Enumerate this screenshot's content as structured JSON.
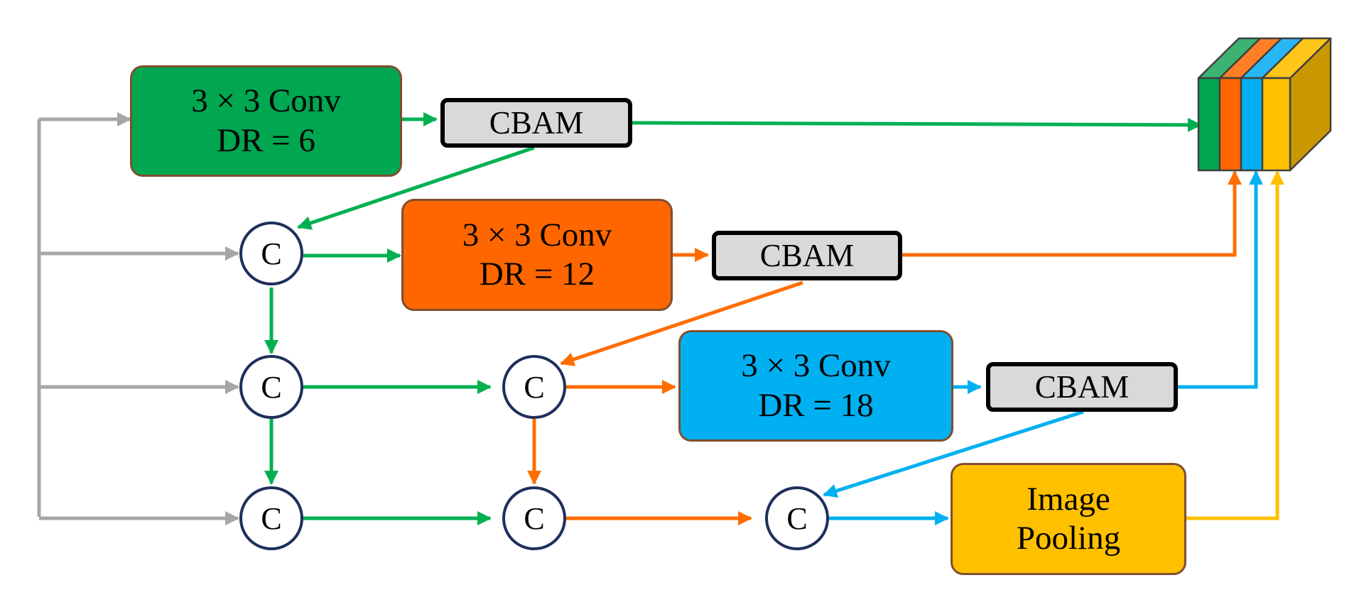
{
  "colors": {
    "gray": "#a6a6a6",
    "green": "#00b050",
    "orange": "#ff6d00",
    "blue": "#00b0f0",
    "yellow": "#ffc000",
    "box_green": "#00a650",
    "box_orange": "#ff6600",
    "box_blue": "#00b0f0",
    "box_yellow": "#ffc000",
    "box_border": "#7f4f2f",
    "cbam_fill": "#d9d9d9",
    "node_border": "#1f2f5c",
    "cube_top": [
      "#3cb371",
      "#ff7f27",
      "#29b6f6",
      "#ffc61a"
    ],
    "cube_front": [
      "#00a650",
      "#ff6600",
      "#00b0f0",
      "#ffc000"
    ],
    "cube_side": "#c99700"
  },
  "branches": [
    {
      "line1": "3 × 3 Conv",
      "line2": "DR = 6"
    },
    {
      "line1": "3 × 3 Conv",
      "line2": "DR = 12"
    },
    {
      "line1": "3 × 3 Conv",
      "line2": "DR = 18"
    }
  ],
  "cbam_label": "CBAM",
  "concat_label": "C",
  "pooling": {
    "line1": "Image",
    "line2": "Pooling"
  },
  "output_icon": "concatenated-feature-map-cube"
}
